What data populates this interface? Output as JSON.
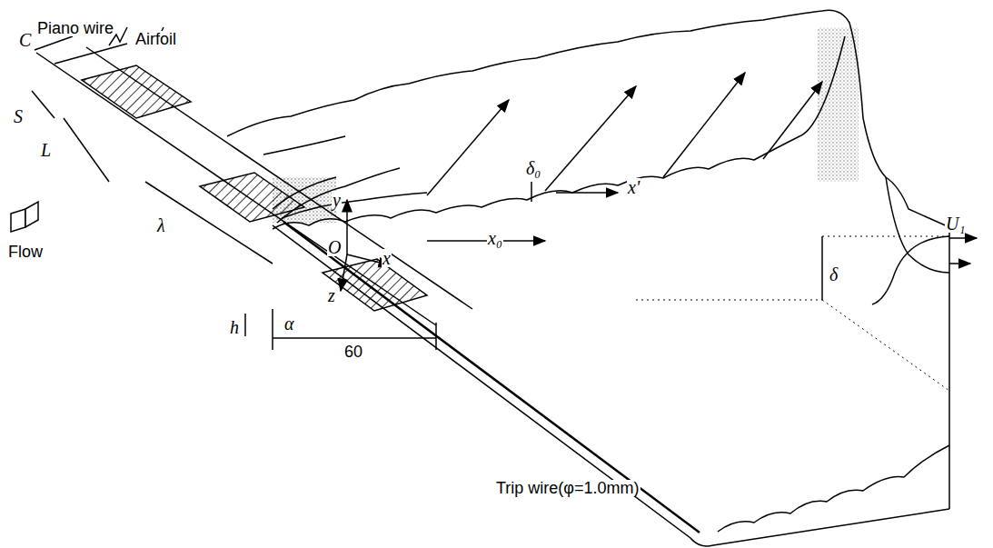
{
  "diagram": {
    "labels": [
      "Piano wire",
      "Airfoil",
      "C",
      "S",
      "L",
      "λ",
      "h",
      "α",
      "Flow",
      "60",
      "y",
      "O",
      "x",
      "z",
      "Trip wire(φ=1.0mm)",
      "δ₀",
      "x'",
      "x₀",
      "δ",
      "U₁"
    ]
  }
}
